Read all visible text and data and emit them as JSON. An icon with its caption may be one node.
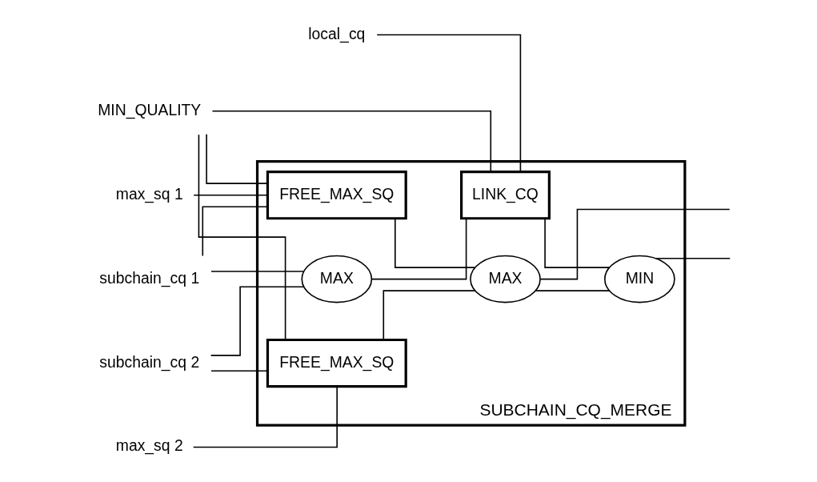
{
  "diagram": {
    "nodes": [
      {
        "text": [
          "SUBCHAIN_CQ_MERGE"
        ]
      },
      {
        "text": [
          "local_cq"
        ]
      },
      {
        "text": [
          "MIN_QUALITY"
        ]
      },
      {
        "text": [
          "max_sq 1"
        ]
      },
      {
        "text": [
          "subchain_cq 1"
        ]
      },
      {
        "text": [
          "max_sq 2"
        ]
      },
      {
        "text": [
          "subchain_cq 2"
        ]
      },
      {
        "text": [
          "FREE_MAX_SQ"
        ],
        "in": 0
      },
      {
        "text": [
          "FREE_MAX_SQ"
        ],
        "in": 0
      },
      {
        "text": [
          "MAX"
        ],
        "in": 0
      },
      {
        "text": [
          "MIN"
        ],
        "in": 0
      },
      {
        "text": [
          "MAX"
        ],
        "in": 0
      },
      {
        "text": [
          "LINK_CQ"
        ],
        "in": 0
      }
    ],
    "edges": [
      {
        "from": 2,
        "to": 7,
        "arrow": "none"
      },
      {
        "from": 3,
        "to": 7,
        "arrow": "none"
      },
      {
        "from": 4,
        "to": 7,
        "arrow": "none"
      },
      {
        "from": 2,
        "to": 8,
        "arrow": "none"
      },
      {
        "from": 5,
        "to": 8,
        "arrow": "none"
      },
      {
        "from": 6,
        "to": 8,
        "arrow": "none"
      },
      {
        "from": 4,
        "to": 11,
        "arrow": "none"
      },
      {
        "from": 6,
        "to": 11,
        "arrow": "none"
      },
      {
        "from": 1,
        "to": 12,
        "arrow": "none"
      },
      {
        "from": 2,
        "to": 12,
        "arrow": "none"
      },
      {
        "from": 11,
        "to": 12,
        "arrow": "none"
      },
      {
        "from": 7,
        "to": 9,
        "arrow": "none"
      },
      {
        "from": 8,
        "to": 9,
        "arrow": "none"
      },
      {
        "from": 9,
        "to": null,
        "arrow": "none"
      },
      {
        "from": 9,
        "to": 10,
        "arrow": "none"
      },
      {
        "from": 10,
        "to": null,
        "arrow": "none"
      },
      {
        "from": 12,
        "to": 10,
        "arrow": "none"
      }
    ]
  }
}
